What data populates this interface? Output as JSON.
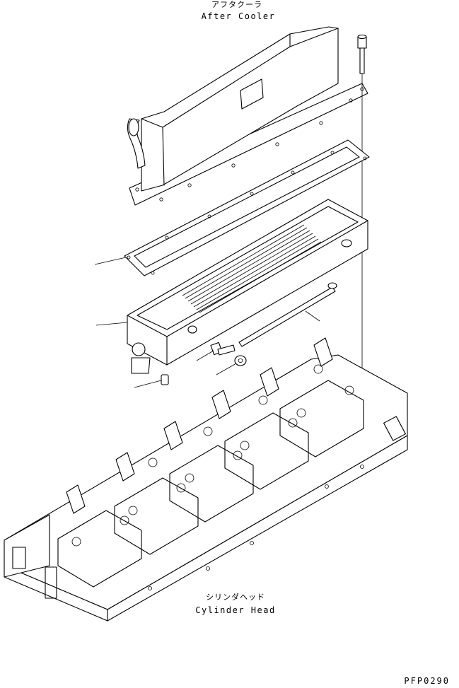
{
  "labels": {
    "after_cooler_jp": "アフタクーラ",
    "after_cooler_en": "After Cooler",
    "cylinder_head_jp": "シリンダヘッド",
    "cylinder_head_en": "Cylinder Head",
    "drawing_code": "PFP0290"
  }
}
